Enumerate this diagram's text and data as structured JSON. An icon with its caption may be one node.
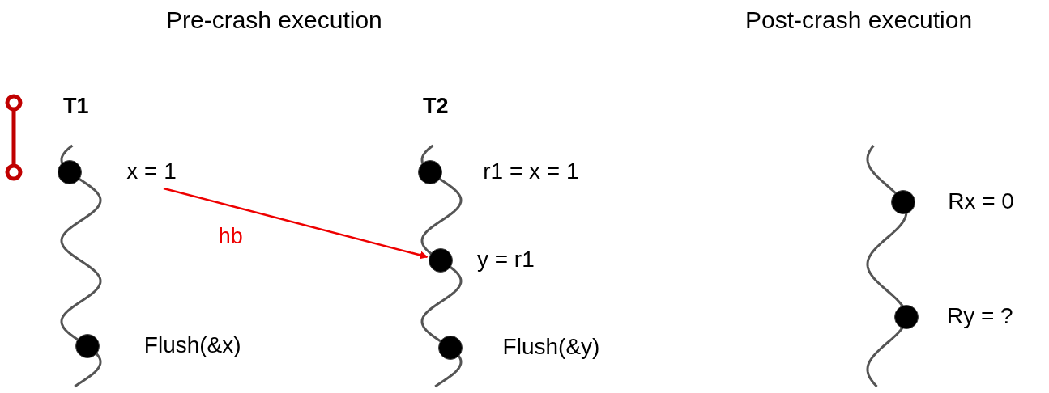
{
  "diagram": {
    "nodes": [
      {
        "text": [],
        "shape": "circle",
        "beside": [
          "x = 1"
        ]
      },
      {
        "text": [],
        "shape": "circle",
        "beside": [
          "Flush(&x)"
        ]
      },
      {
        "text": [],
        "shape": "circle",
        "beside": [
          "r1 = x = 1"
        ]
      },
      {
        "text": [],
        "shape": "circle",
        "beside": [
          "y = r1"
        ]
      },
      {
        "text": [],
        "shape": "circle",
        "beside": [
          "Flush(&y)"
        ]
      },
      {
        "text": [],
        "shape": "circle",
        "beside": [
          "Rx = 0"
        ]
      },
      {
        "text": [],
        "shape": "circle",
        "beside": [
          "Ry = ?"
        ]
      }
    ],
    "edges": [
      {
        "from": 0,
        "to": 3,
        "arrow": "to",
        "label": "hb",
        "color": "#ee0000"
      }
    ],
    "labels": [
      "Pre-crash execution",
      "Post-crash execution",
      "T1",
      "T2"
    ]
  }
}
